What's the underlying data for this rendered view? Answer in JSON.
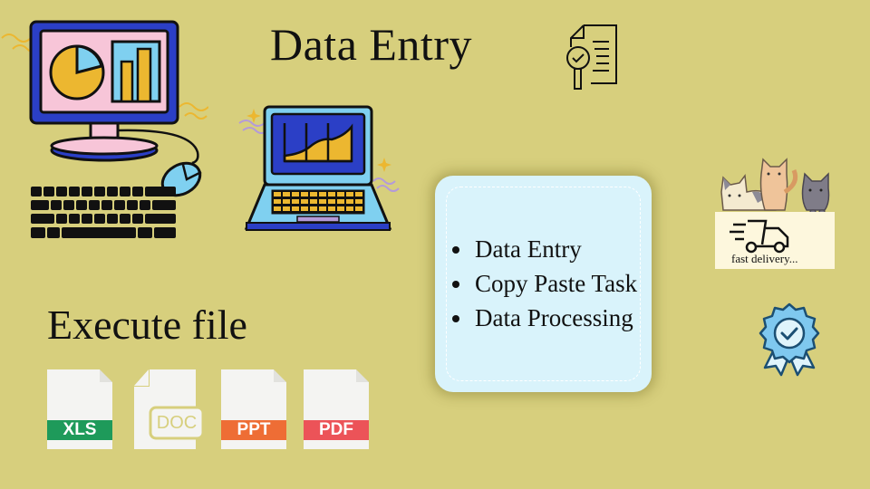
{
  "header": {
    "title": "Data Entry"
  },
  "services_card": {
    "items": [
      "Data Entry",
      "Copy Paste Task",
      "Data Processing"
    ],
    "background": "#d9f3fb"
  },
  "execute_section": {
    "title": "Execute file",
    "file_types": [
      {
        "label": "XLS",
        "color": "#1e9a5a"
      },
      {
        "label": "DOC",
        "color": "#d7cf7d"
      },
      {
        "label": "PPT",
        "color": "#ee6d35"
      },
      {
        "label": "PDF",
        "color": "#ec5358"
      }
    ]
  },
  "badges": {
    "delivery": "fast delivery...",
    "quality_icon": "award-ribbon-icon",
    "review_icon": "document-search-icon"
  },
  "illustrations": {
    "desktop": "desktop-computer-icon",
    "laptop": "laptop-chart-icon",
    "keyboard": "keyboard-icon",
    "mouse": "mouse-icon",
    "cats": "cats-illustration"
  },
  "colors": {
    "background": "#d7cf7d",
    "monitor_frame": "#2b3fc6",
    "monitor_screen": "#f7c5d8",
    "accent_yellow": "#ecb730",
    "accent_blue": "#7fd0f0"
  }
}
